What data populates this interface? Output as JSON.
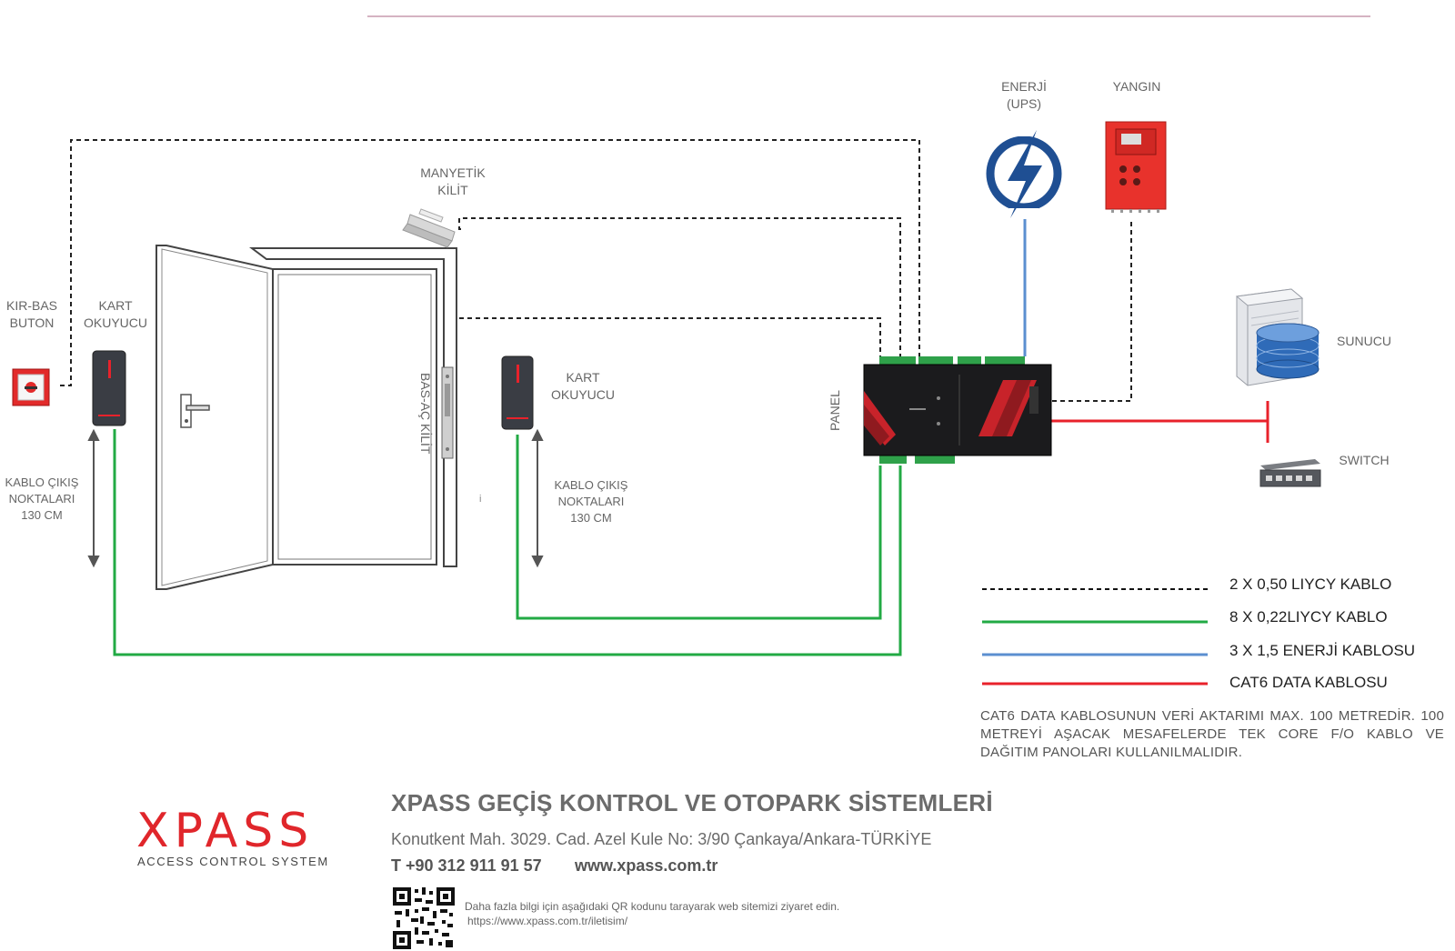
{
  "labels": {
    "kir_bas_buton": [
      "KIR-BAS",
      "BUTON"
    ],
    "kart_okuyucu_left": [
      "KART",
      "OKUYUCU"
    ],
    "manyetik_kilit": [
      "MANYETİK",
      "KİLİT"
    ],
    "kart_okuyucu_right": [
      "KART",
      "OKUYUCU"
    ],
    "enerji_ups": [
      "ENERJİ",
      "(UPS)"
    ],
    "yangin": "YANGIN",
    "sunucu": "SUNUCU",
    "switch": "SWITCH",
    "panel": "PANEL",
    "bas_ac_kilit": "BAS-AÇ KİLİT",
    "cable_points_left": [
      "KABLO ÇIKIŞ",
      "NOKTALARI",
      "130 CM"
    ],
    "cable_points_right": [
      "KABLO ÇIKIŞ",
      "NOKTALARI",
      "130 CM"
    ]
  },
  "legend": [
    {
      "label": "2 X 0,50 LIYCY KABLO",
      "color": "#111111",
      "style": "dashed"
    },
    {
      "label": "8 X 0,22LIYCY KABLO",
      "color": "#22aa44",
      "style": "solid"
    },
    {
      "label": "3 X 1,5 ENERJİ KABLOSU",
      "color": "#5b8fd0",
      "style": "solid"
    },
    {
      "label": "CAT6 DATA KABLOSU",
      "color": "#e8222b",
      "style": "solid"
    }
  ],
  "note": "CAT6 DATA KABLOSUNUN VERİ AKTARIMI MAX. 100 METREDİR. 100 METREYİ AŞACAK MESAFELERDE TEK CORE F/O KABLO VE DAĞITIM PANOLARI KULLANILMALIDIR.",
  "footer": {
    "logo": "XPASS",
    "logo_sub": "ACCESS CONTROL SYSTEM",
    "company": "XPASS GEÇİŞ KONTROL VE OTOPARK SİSTEMLERİ",
    "address": "Konutkent Mah. 3029. Cad. Azel Kule No: 3/90 Çankaya/Ankara-TÜRKİYE",
    "phone": "T +90 312 911 91 57",
    "website": "www.xpass.com.tr",
    "qr_text": "Daha fazla bilgi için aşağıdaki QR kodunu tarayarak web sitemizi ziyaret edin.",
    "qr_url": "https://www.xpass.com.tr/iletisim/"
  },
  "colors": {
    "green": "#22aa44",
    "blue": "#5b8fd0",
    "red": "#e8222b",
    "brand": "#e0262b"
  }
}
